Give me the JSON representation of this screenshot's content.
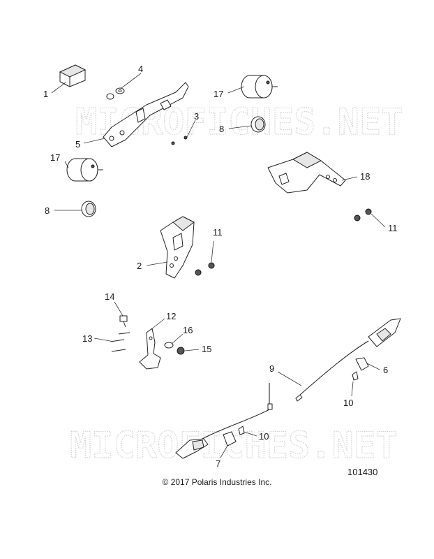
{
  "watermark": "MICROFICHES.NET",
  "diagram_number": "101430",
  "copyright": "© 2017 Polaris Industries Inc.",
  "callouts": [
    "1",
    "4",
    "17",
    "3",
    "5",
    "8",
    "17",
    "18",
    "8",
    "11",
    "11",
    "2",
    "14",
    "12",
    "13",
    "16",
    "15",
    "9",
    "6",
    "10",
    "10",
    "7"
  ]
}
